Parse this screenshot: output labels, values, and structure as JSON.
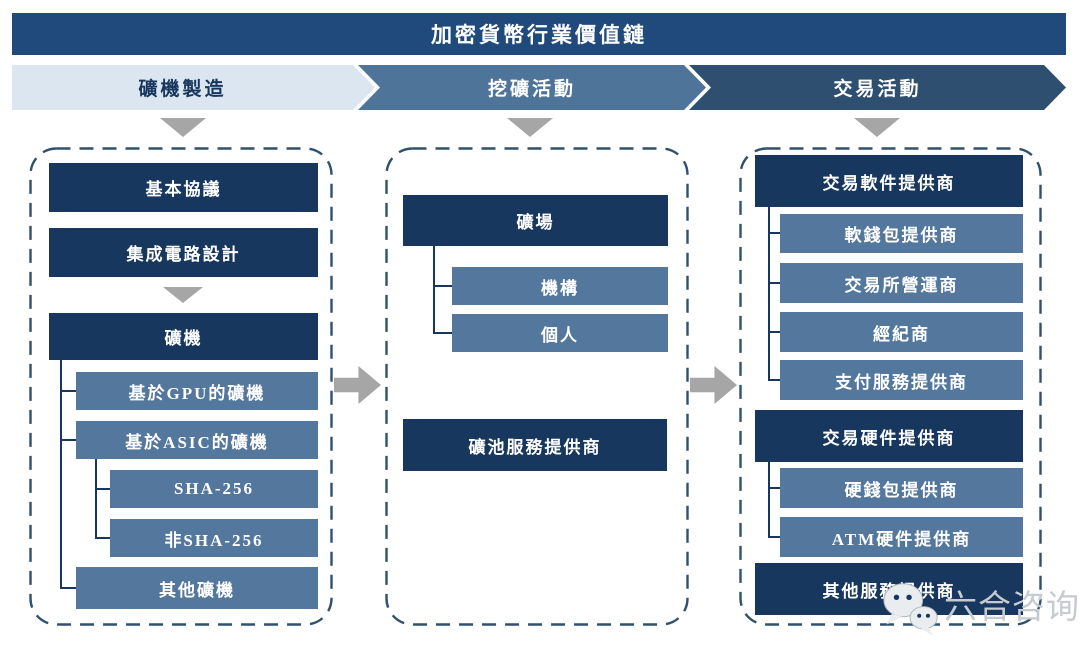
{
  "title": "加密貨幣行業價值鏈",
  "stages": [
    {
      "label": "礦機製造"
    },
    {
      "label": "挖礦活動"
    },
    {
      "label": "交易活動"
    }
  ],
  "columns": [
    {
      "stage": "礦機製造",
      "boxes": [
        {
          "label": "基本協議"
        },
        {
          "label": "集成電路設計"
        },
        {
          "label": "礦機"
        },
        {
          "label": "基於GPU的礦機"
        },
        {
          "label": "基於ASIC的礦機"
        },
        {
          "label": "SHA-256"
        },
        {
          "label": "非SHA-256"
        },
        {
          "label": "其他礦機"
        }
      ]
    },
    {
      "stage": "挖礦活動",
      "boxes": [
        {
          "label": "礦場"
        },
        {
          "label": "機構"
        },
        {
          "label": "個人"
        },
        {
          "label": "礦池服務提供商"
        }
      ]
    },
    {
      "stage": "交易活動",
      "boxes": [
        {
          "label": "交易軟件提供商"
        },
        {
          "label": "軟錢包提供商"
        },
        {
          "label": "交易所營運商"
        },
        {
          "label": "經紀商"
        },
        {
          "label": "支付服務提供商"
        },
        {
          "label": "交易硬件提供商"
        },
        {
          "label": "硬錢包提供商"
        },
        {
          "label": "ATM硬件提供商"
        },
        {
          "label": "其他服務提供商"
        }
      ]
    }
  ],
  "watermark": {
    "label": "六合咨询",
    "icon": "wechat-icon"
  },
  "colors": {
    "banner_blue": "#1F4A7B",
    "dark_navy": "#17375E",
    "medium_blue": "#54779D",
    "stage_light": "#DCE6F1",
    "stage_medium": "#4F7499",
    "stage_dark": "#2F4F70",
    "arrow_gray": "#A6A6A6",
    "dashed_border": "#2F506E"
  }
}
